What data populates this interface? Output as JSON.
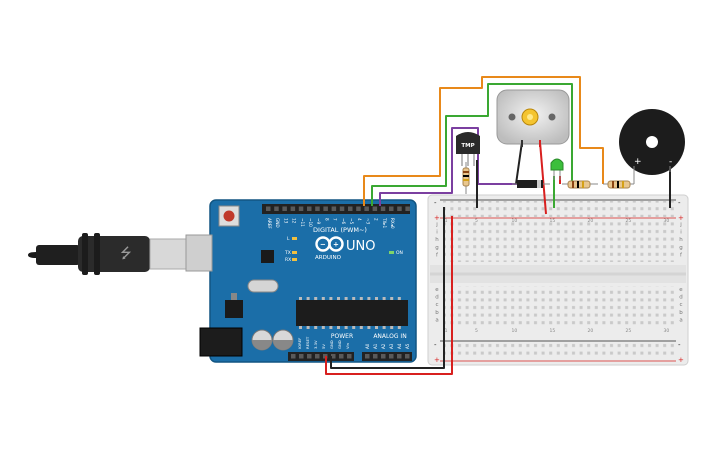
{
  "arduino": {
    "model_label": "UNO",
    "brand_label": "ARDUINO",
    "digital_label": "DIGITAL (PWM~)",
    "power_label": "POWER",
    "analog_label": "ANALOG IN",
    "on_label": "ON",
    "l_label": "L",
    "tx_label": "TX",
    "rx_label": "RX",
    "aref_label": "AREF",
    "gnd_label": "GND",
    "digital_pins": [
      "13",
      "12",
      "~11",
      "~10",
      "~9",
      "8",
      "7",
      "~6",
      "~5",
      "4",
      "~3",
      "2",
      "TX▸1",
      "RX◂0"
    ],
    "power_pins": [
      "IOREF",
      "RESET",
      "3.3V",
      "5V",
      "GND",
      "GND",
      "Vin"
    ],
    "analog_pins": [
      "A0",
      "A1",
      "A2",
      "A3",
      "A4",
      "A5"
    ]
  },
  "sensor": {
    "label": "TMP"
  },
  "breadboard": {
    "row_letters_top": [
      "j",
      "i",
      "h",
      "g",
      "f"
    ],
    "row_letters_bottom": [
      "e",
      "d",
      "c",
      "b",
      "a"
    ],
    "column_numbers": [
      "1",
      "5",
      "10",
      "15",
      "20",
      "25",
      "30"
    ],
    "plus_label": "+",
    "minus_label": "-"
  },
  "buzzer": {
    "plus_label": "+",
    "minus_label": "-"
  },
  "wire_colors": {
    "orange": "#e8891a",
    "green": "#3aa832",
    "purple": "#7b3fa0",
    "red": "#d8201f",
    "black": "#222222"
  }
}
